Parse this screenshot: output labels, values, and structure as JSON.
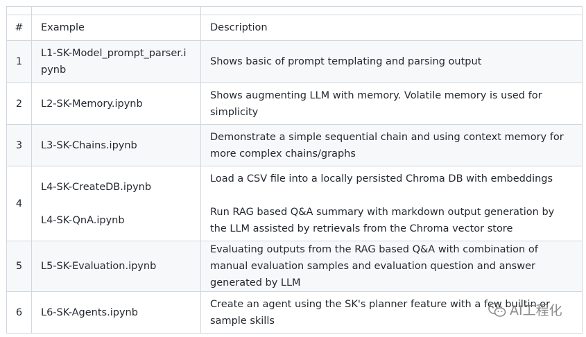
{
  "table": {
    "headers": {
      "num": "#",
      "example": "Example",
      "description": "Description"
    },
    "rows": [
      {
        "num": "1",
        "examples": [
          "L1-SK-Model_prompt_parser.ipynb"
        ],
        "descriptions": [
          "Shows basic of prompt templating and parsing output"
        ]
      },
      {
        "num": "2",
        "examples": [
          "L2-SK-Memory.ipynb"
        ],
        "descriptions": [
          "Shows augmenting LLM with memory. Volatile memory is used for simplicity"
        ]
      },
      {
        "num": "3",
        "examples": [
          "L3-SK-Chains.ipynb"
        ],
        "descriptions": [
          "Demonstrate a simple sequential chain and using context memory for more complex chains/graphs"
        ]
      },
      {
        "num": "4",
        "examples": [
          "L4-SK-CreateDB.ipynb",
          "L4-SK-QnA.ipynb"
        ],
        "descriptions": [
          "Load a CSV file into a locally persisted Chroma DB with embeddings",
          "Run RAG based Q&A summary with markdown output generation by the LLM assisted by retrievals from the Chroma vector store"
        ]
      },
      {
        "num": "5",
        "examples": [
          "L5-SK-Evaluation.ipynb"
        ],
        "descriptions": [
          "Evaluating outputs from the RAG based Q&A with combination of manual evaluation samples and evaluation question and answer generated by LLM"
        ]
      },
      {
        "num": "6",
        "examples": [
          "L6-SK-Agents.ipynb"
        ],
        "descriptions": [
          "Create an agent using the SK's planner feature with a few builtin or sample skills"
        ]
      }
    ]
  },
  "watermark": {
    "icon": "wechat-icon",
    "text": "AI工程化"
  }
}
